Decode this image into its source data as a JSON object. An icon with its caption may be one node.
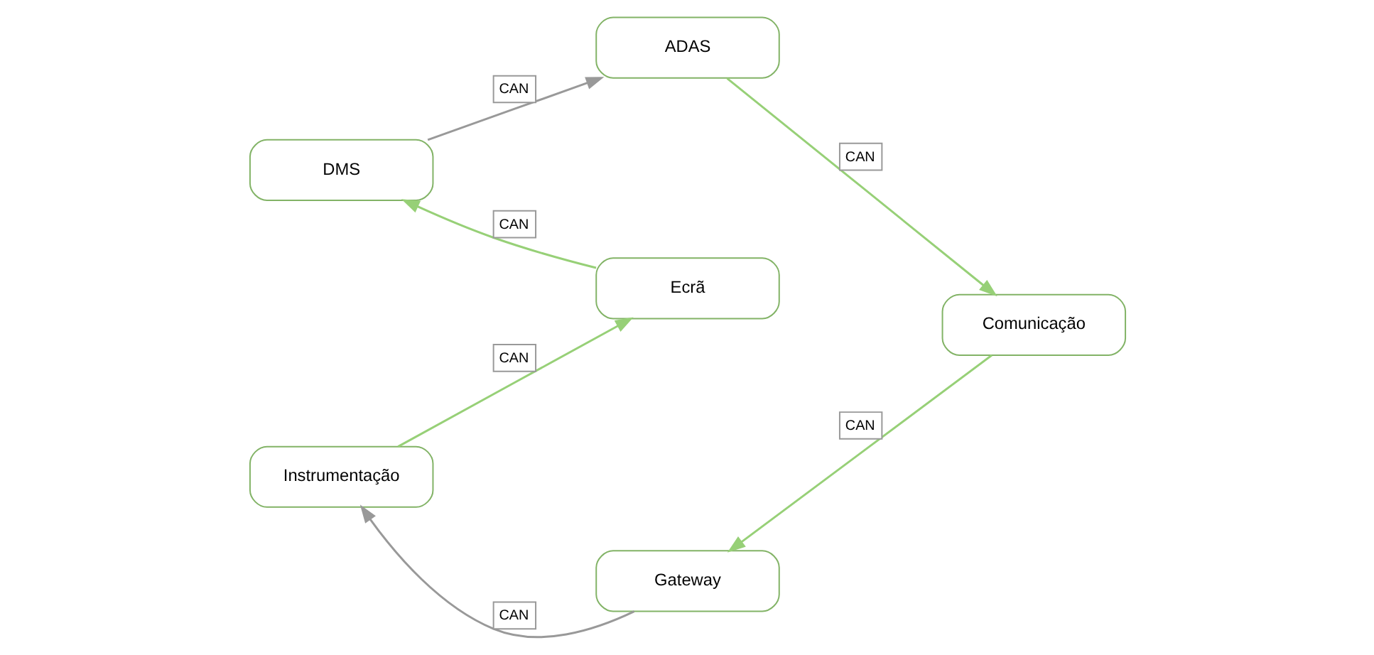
{
  "diagram": {
    "nodes": [
      {
        "text": [
          "DMS"
        ]
      },
      {
        "text": [
          "ADAS"
        ]
      },
      {
        "text": [
          "Ecrã"
        ]
      },
      {
        "text": [
          "Comunicação"
        ]
      },
      {
        "text": [
          "Instrumentação"
        ]
      },
      {
        "text": [
          "Gateway"
        ]
      }
    ],
    "edges": [
      {
        "from": 2,
        "to": 0,
        "arrow": "to",
        "label": "CAN"
      },
      {
        "from": 0,
        "to": 1,
        "arrow": "to",
        "label": "CAN",
        "color": "#999999"
      },
      {
        "from": 1,
        "to": 3,
        "arrow": "to",
        "label": "CAN"
      },
      {
        "from": 3,
        "to": 5,
        "arrow": "to",
        "label": "CAN"
      },
      {
        "from": 5,
        "to": 4,
        "arrow": "to",
        "label": "CAN",
        "color": "#999999"
      },
      {
        "from": 4,
        "to": 2,
        "arrow": "to",
        "label": "CAN"
      }
    ]
  }
}
